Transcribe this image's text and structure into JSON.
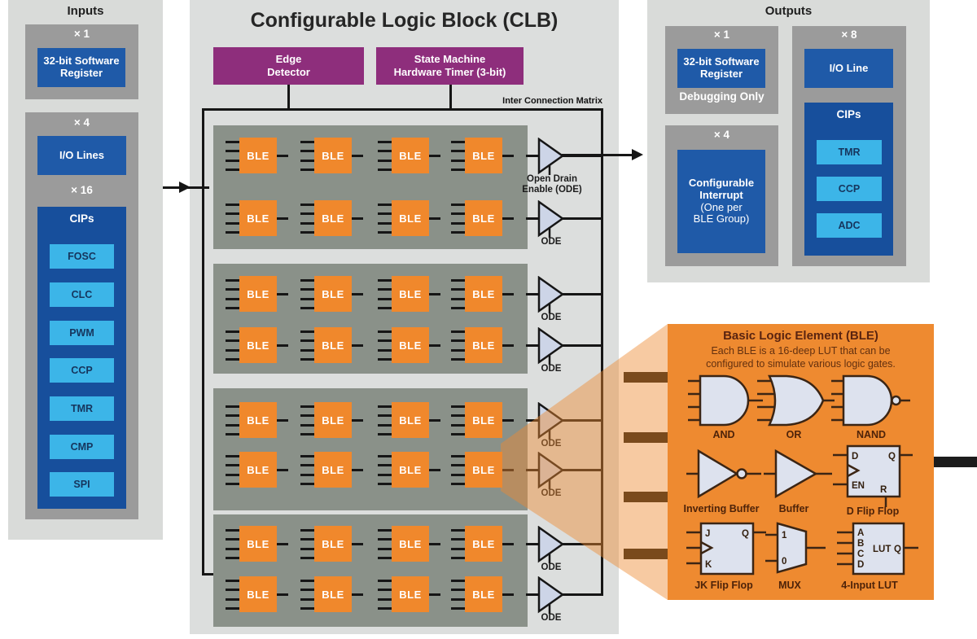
{
  "colors": {
    "orange": "#F0882C",
    "callout_orange": "#EE8A30",
    "purple": "#8E2E7C",
    "navy": "#1C57A5",
    "light_blue": "#3CB5E8",
    "group_gray": "#8A9189",
    "panel_gray": "#D9DBD9",
    "subpanel_gray": "#9B9B9B",
    "brown_text": "#5A2410"
  },
  "inputs": {
    "title": "Inputs",
    "reg_count": "× 1",
    "reg_label": "32-bit Software Register",
    "io_count": "× 4",
    "io_label": "I/O Lines",
    "cips_count": "× 16",
    "cips_title": "CIPs",
    "cips": [
      "FOSC",
      "CLC",
      "PWM",
      "CCP",
      "TMR",
      "CMP",
      "SPI"
    ]
  },
  "clb": {
    "title": "Configurable Logic Block (CLB)",
    "edge_lines": [
      "Edge",
      "Detector"
    ],
    "sm_lines": [
      "State Machine",
      "Hardware Timer (3-bit)"
    ],
    "icm_label": "Inter Connection Matrix",
    "ble_label": "BLE",
    "ode_full_lines": [
      "Open Drain",
      "Enable (ODE)"
    ],
    "ode_short": "ODE"
  },
  "outputs": {
    "title": "Outputs",
    "reg_count": "× 1",
    "reg_label": "32-bit Software Register",
    "debug_label": "Debugging Only",
    "int_count": "× 4",
    "int_lines": [
      "Configurable",
      "Interrupt",
      "(One per",
      "BLE Group)"
    ],
    "io_count": "× 8",
    "io_label": "I/O Line",
    "cips_title": "CIPs",
    "cips": [
      "TMR",
      "CCP",
      "ADC"
    ]
  },
  "callout": {
    "title": "Basic Logic Element (BLE)",
    "subtitle_lines": [
      "Each BLE is a 16-deep LUT that can be",
      "configured to simulate various logic gates."
    ],
    "gates": [
      "AND",
      "OR",
      "NAND",
      "Inverting Buffer",
      "Buffer",
      "D Flip Flop",
      "JK Flip Flop",
      "MUX",
      "4-Input LUT"
    ],
    "pins": {
      "d": "D",
      "q": "Q",
      "en": "EN",
      "r": "R",
      "j": "J",
      "k": "K",
      "one": "1",
      "zero": "0",
      "a": "A",
      "b": "B",
      "c": "C",
      "lut": "LUT"
    }
  }
}
